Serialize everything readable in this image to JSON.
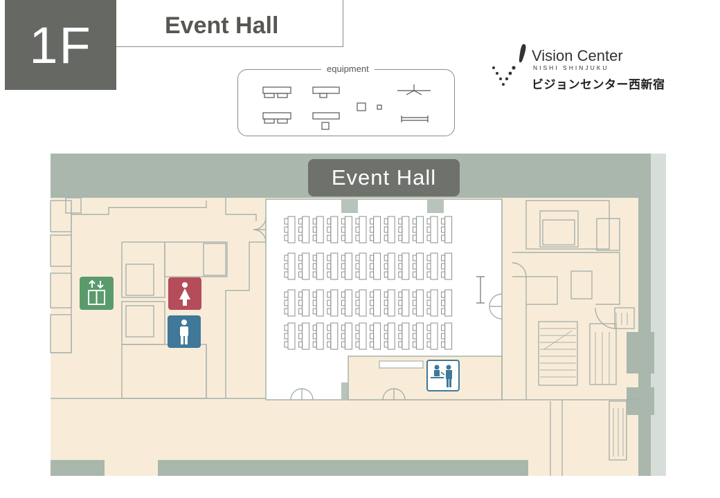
{
  "floor": {
    "label": "1F"
  },
  "header": {
    "title": "Event Hall"
  },
  "legend": {
    "title": "equipment"
  },
  "logo": {
    "name": "Vision Center",
    "subtitle": "NISHI SHINJUKU",
    "japanese": "ビジョンセンター西新宿"
  },
  "map": {
    "hall_label": "Event Hall",
    "seating": {
      "rows": 4,
      "desks_per_row": 12
    },
    "icons": [
      "elevator-icon",
      "womens-restroom-icon",
      "mens-restroom-icon",
      "reception-icon"
    ],
    "colors": {
      "floor": "#f8ecd9",
      "corridor_band": "#a9b7ad",
      "hall_pill": "#6e716c",
      "walls": "#a7b1ab",
      "elevator": "#5a9b6c",
      "womens": "#b54c5a",
      "mens": "#3f7899"
    }
  }
}
